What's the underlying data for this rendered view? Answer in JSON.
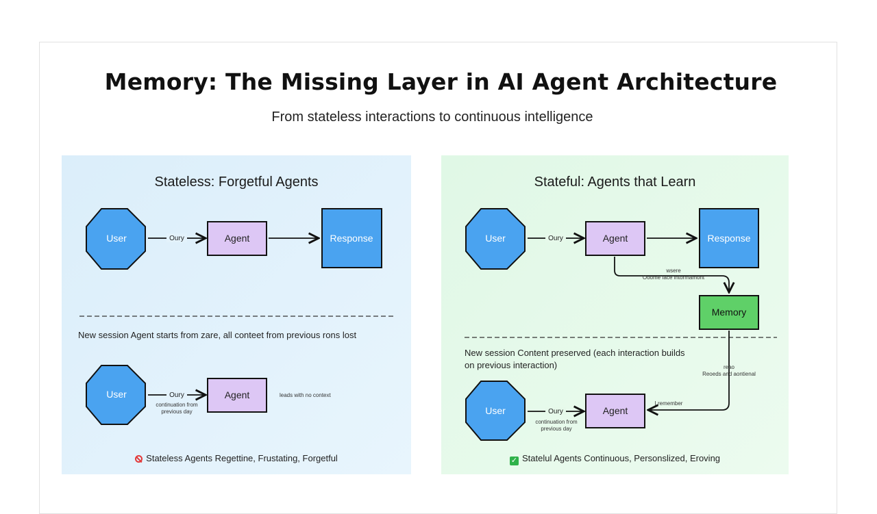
{
  "header": {
    "title": "Memory: The Missing Layer in AI Agent Architecture",
    "subtitle": "From stateless interactions to continuous intelligence"
  },
  "colors": {
    "user_node": "#4aa3f0",
    "agent_node": "#ddc7f5",
    "response_node": "#4aa3f0",
    "memory_node": "#5fd068",
    "stateless_bg": "#e3f2fb",
    "stateful_bg": "#e6f9ea"
  },
  "stateless": {
    "title": "Stateless: Forgetful Agents",
    "nodes": {
      "user": "User",
      "agent": "Agent",
      "response": "Response"
    },
    "edge_query": "Oury",
    "session_note": "New session Agent starts from zare, all conteet from previous rons lost",
    "nodes2": {
      "user": "User",
      "agent": "Agent"
    },
    "edge_query2": "Oury",
    "edge_note": "continuation from previous day",
    "side_note": "leads with no context",
    "footer": "Stateless Agents Regettine, Frustating, Forgetful"
  },
  "stateful": {
    "title": "Stateful: Agents that Learn",
    "nodes": {
      "user": "User",
      "agent": "Agent",
      "response": "Response",
      "memory": "Memory"
    },
    "edge_query": "Oury",
    "store_label_1": "wsere",
    "store_label_2": "Ooome face intormamont",
    "session_note": "New session Content preserved (each interaction builds on previous interaction)",
    "recall_label_1": "reao",
    "recall_label_2": "Reoeds and aontienal",
    "nodes2": {
      "user": "User",
      "agent": "Agent"
    },
    "edge_query2": "Oury",
    "edge_note": "continuation from previous day",
    "remember_label": "I remember",
    "footer": "Statelul Agents Continuous, Personslized, Eroving"
  }
}
